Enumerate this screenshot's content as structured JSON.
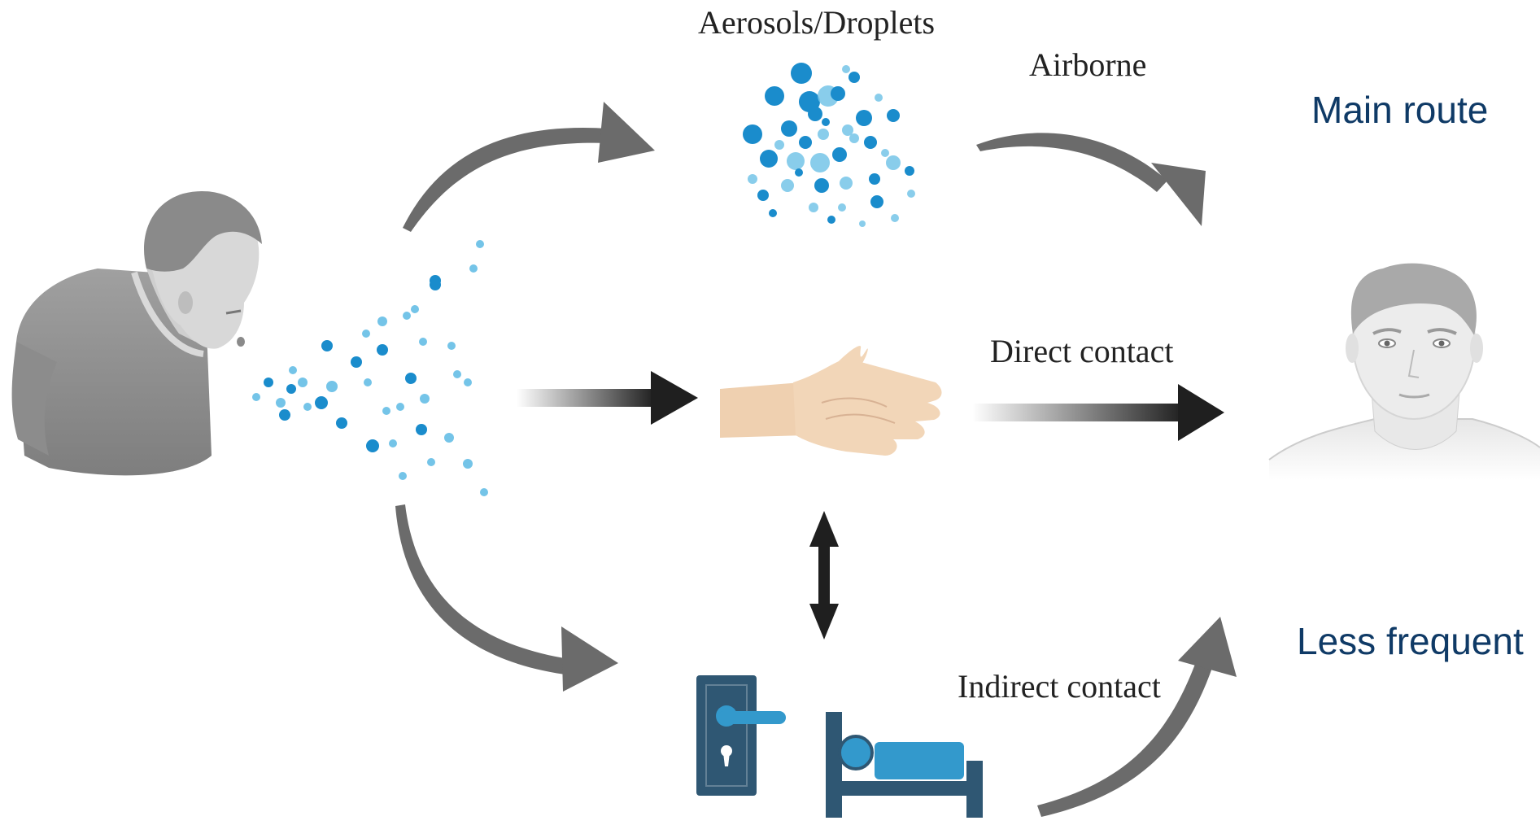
{
  "labels": {
    "aerosols": "Aerosols/Droplets",
    "airborne": "Airborne",
    "direct": "Direct contact",
    "indirect": "Indirect contact"
  },
  "routes": {
    "main": "Main route",
    "less": "Less frequent"
  },
  "icons": {
    "source_person": "coughing-person-icon",
    "droplet_spray": "droplet-spray-icon",
    "aerosol_cloud": "aerosol-cloud-icon",
    "hand": "open-hand-icon",
    "door": "door-handle-icon",
    "bed": "hospital-bed-icon",
    "target_person": "recipient-person-icon"
  },
  "colors": {
    "route_text": "#0f3a66",
    "curved_arrow": "#6b6b6b",
    "straight_arrow": "#1f1f1f",
    "droplet": "#1a8ccc",
    "droplet_light": "#74c4e8",
    "fomite_dark": "#2f5773",
    "fomite_light": "#3399cc",
    "skin": "#f2d6b8",
    "person_gray": "#9a9a9a"
  }
}
